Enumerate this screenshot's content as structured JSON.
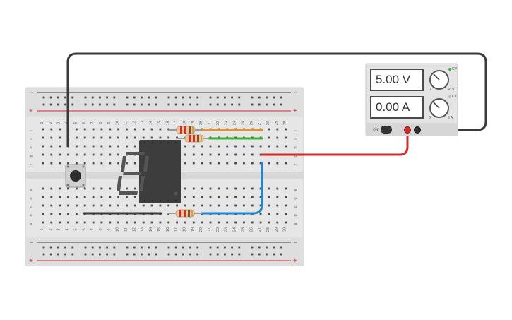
{
  "psu": {
    "voltage": "5.00 V",
    "current": "0.00 A",
    "on_label": "ON",
    "voltage_knob_labels": [
      "0",
      "30 V"
    ],
    "current_knob_labels": [
      "0",
      "5 A"
    ],
    "cv_label": "CV",
    "cc_label": "CC"
  },
  "breadboard": {
    "rail_minus": "−",
    "rail_plus": "+",
    "columns": [
      "1",
      "2",
      "3",
      "4",
      "5",
      "6",
      "7",
      "8",
      "9",
      "10",
      "11",
      "12",
      "13",
      "14",
      "15",
      "16",
      "17",
      "18",
      "19",
      "20",
      "21",
      "22",
      "23",
      "24",
      "25",
      "26",
      "27",
      "28",
      "29",
      "30"
    ],
    "rows_top": [
      "j",
      "i",
      "h",
      "g",
      "f"
    ],
    "rows_bottom": [
      "e",
      "d",
      "c",
      "b",
      "a"
    ]
  },
  "colors": {
    "wire_dark": "#3a3a3a",
    "wire_red": "#d22b2b",
    "wire_orange": "#e8902d",
    "wire_green": "#3fb23a",
    "wire_blue": "#1e88d0",
    "breadboard": "#e8e8e8",
    "display_body": "#3d3d3d"
  },
  "icons": {
    "resistor": "resistor-icon",
    "pushbutton": "pushbutton-icon",
    "seven_segment": "seven-segment-display-icon"
  }
}
